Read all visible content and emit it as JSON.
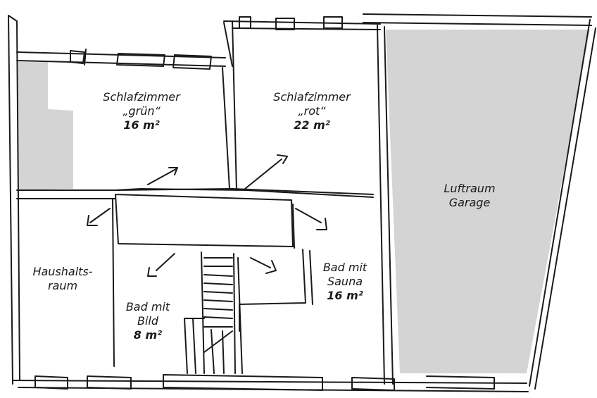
{
  "rooms": {
    "schlafzimmer_gruen": {
      "name": "Schlafzimmer",
      "sub": "„grün“",
      "area": "16 m²"
    },
    "schlafzimmer_rot": {
      "name": "Schlafzimmer",
      "sub": "„rot“",
      "area": "22 m²"
    },
    "luftraum": {
      "line1": "Luftraum",
      "line2": "Garage"
    },
    "haushaltsraum": {
      "line1": "Haushalts-",
      "line2": "raum"
    },
    "bad_bild": {
      "line1": "Bad mit",
      "line2": "Bild",
      "area": "8 m²"
    },
    "bad_sauna": {
      "line1": "Bad mit",
      "line2": "Sauna",
      "area": "16 m²"
    }
  },
  "colors": {
    "ink": "#1a1a1a",
    "fill": "#d4d4d4"
  }
}
